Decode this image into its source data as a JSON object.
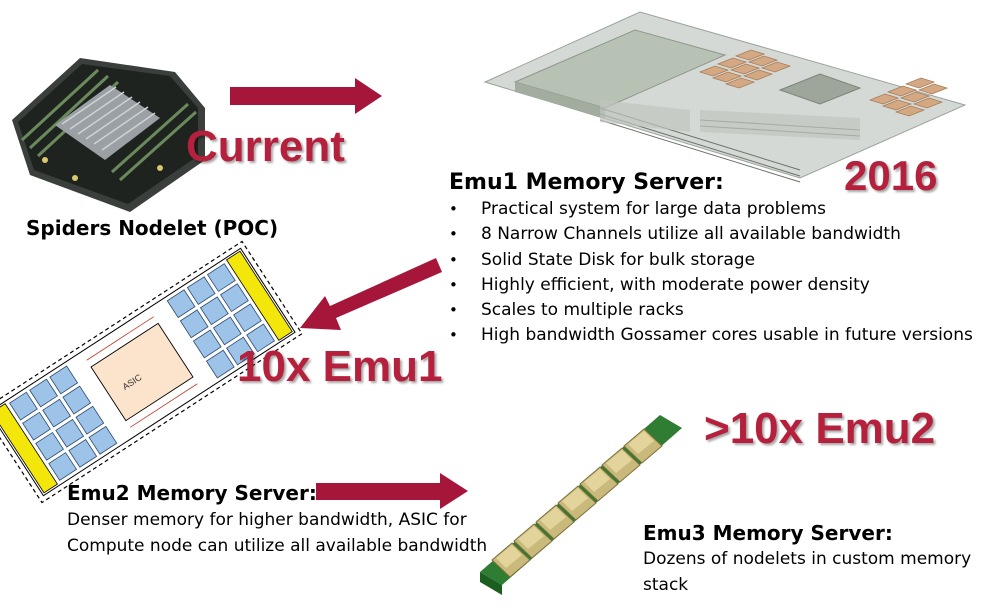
{
  "labels": {
    "current": "Current",
    "year_2016": "2016",
    "ten_x_emu1": "10x Emu1",
    "gt_ten_x_emu2": ">10x Emu2",
    "spiders": "Spiders Nodelet (POC)"
  },
  "emu1": {
    "heading": "Emu1 Memory Server:",
    "bullet_glyph": "•",
    "bullets": [
      "Practical system for large data problems",
      "8 Narrow Channels utilize all available bandwidth",
      "Solid State Disk for bulk storage",
      "Highly efficient, with moderate power density",
      "Scales to multiple racks",
      "High bandwidth Gossamer cores usable in future versions"
    ]
  },
  "emu2": {
    "heading": "Emu2 Memory Server:",
    "line1": "Denser memory for higher bandwidth, ASIC for",
    "line2": "Compute node can utilize all available bandwidth",
    "asic_label": "ASIC"
  },
  "emu3": {
    "heading": "Emu3 Memory Server:",
    "line1": "Dozens of nodelets in custom memory",
    "line2": "stack"
  },
  "colors": {
    "arrow": "#a6163a",
    "label_red": "#b5213d",
    "memory_blue": "#9ec3e8",
    "asic_fill": "#fbe3cc",
    "yellow": "#f2e60a",
    "board_green": "#2e7d32"
  }
}
